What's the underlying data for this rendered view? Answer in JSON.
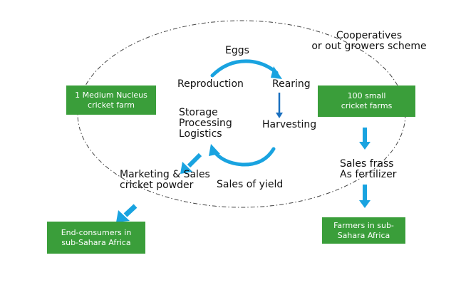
{
  "colors": {
    "box_fill": "#3a9e3a",
    "box_text": "#ffffff",
    "arrow": "#19a3e0",
    "arrow_dark": "#1a6fbf",
    "boundary": "#444444"
  },
  "cycle": {
    "eggs": "Eggs",
    "rearing": "Rearing",
    "harvesting": "Harvesting",
    "sales_of_yield": "Sales of yield",
    "reproduction": "Reproduction",
    "storage": [
      "Storage",
      "Processing",
      "Logistics"
    ]
  },
  "cooperatives": [
    "Cooperatives",
    "or out growers scheme"
  ],
  "boxes": {
    "nucleus": [
      "1 Medium Nucleus",
      "cricket farm"
    ],
    "small_farms": [
      "100 small",
      "cricket farms"
    ],
    "end_consumers": [
      "End-consumers in",
      "sub-Sahara Africa"
    ],
    "farmers": [
      "Farmers in sub-",
      "Sahara Africa"
    ]
  },
  "marketing": [
    "Marketing & Sales",
    "cricket powder"
  ],
  "frass": [
    "Sales frass",
    "As fertilizer"
  ]
}
